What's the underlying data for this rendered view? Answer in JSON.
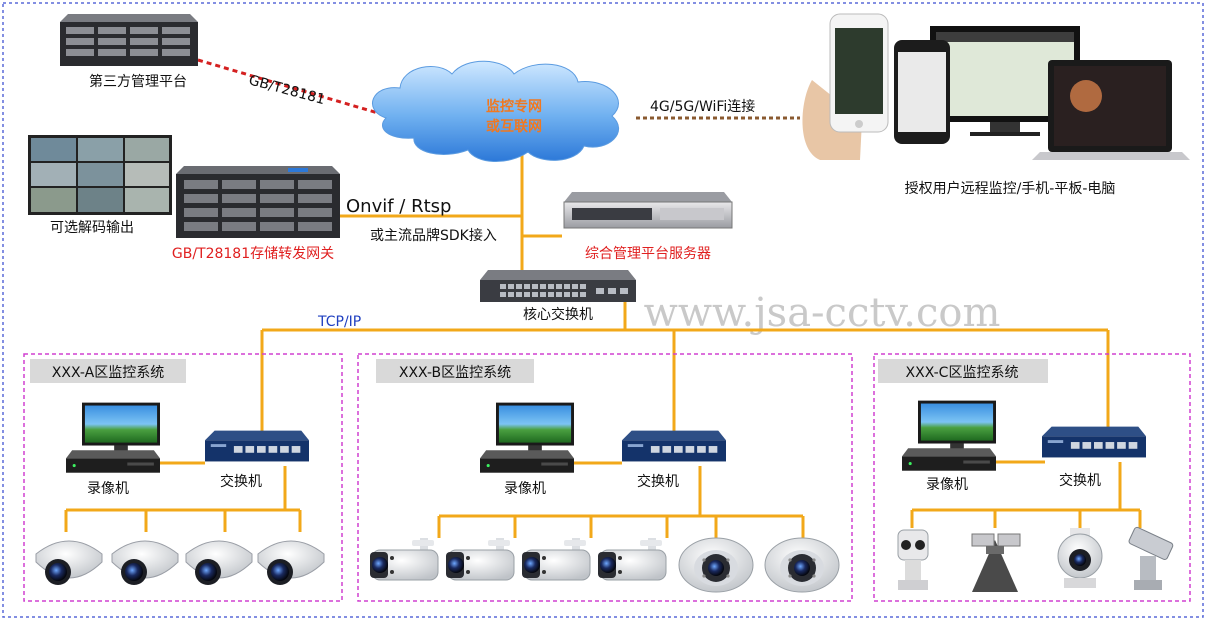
{
  "top": {
    "third_party": "第三方管理平台",
    "gb_link": "GB/T28181",
    "cloud_line1": "监控专网",
    "cloud_line2": "或互联网",
    "wifi_link": "4G/5G/WiFi连接",
    "remote_users": "授权用户远程监控/手机-平板-电脑",
    "decode_output": "可选解码输出",
    "gateway": "GB/T28181存储转发网关",
    "onvif": "Onvif / Rtsp",
    "sdk": "或主流品牌SDK接入",
    "mgmt_server": "综合管理平台服务器",
    "core_switch": "核心交换机",
    "tcpip": "TCP/IP",
    "watermark": "www.jsa-cctv.com"
  },
  "zones": [
    {
      "title": "XXX-A区监控系统",
      "recorder": "录像机",
      "switch": "交换机"
    },
    {
      "title": "XXX-B区监控系统",
      "recorder": "录像机",
      "switch": "交换机"
    },
    {
      "title": "XXX-C区监控系统",
      "recorder": "录像机",
      "switch": "交换机"
    }
  ],
  "colors": {
    "frame": "#5a6ad8",
    "zone_border": "#d040d0",
    "cable": "#f2a81a",
    "red_text": "#e02020",
    "cloud_text": "#f07820",
    "tcp_text": "#2040c0",
    "dashed_red": "#d42020",
    "dashed_brown": "#8a5a30",
    "zone_title_bg": "#d9d9d9"
  }
}
